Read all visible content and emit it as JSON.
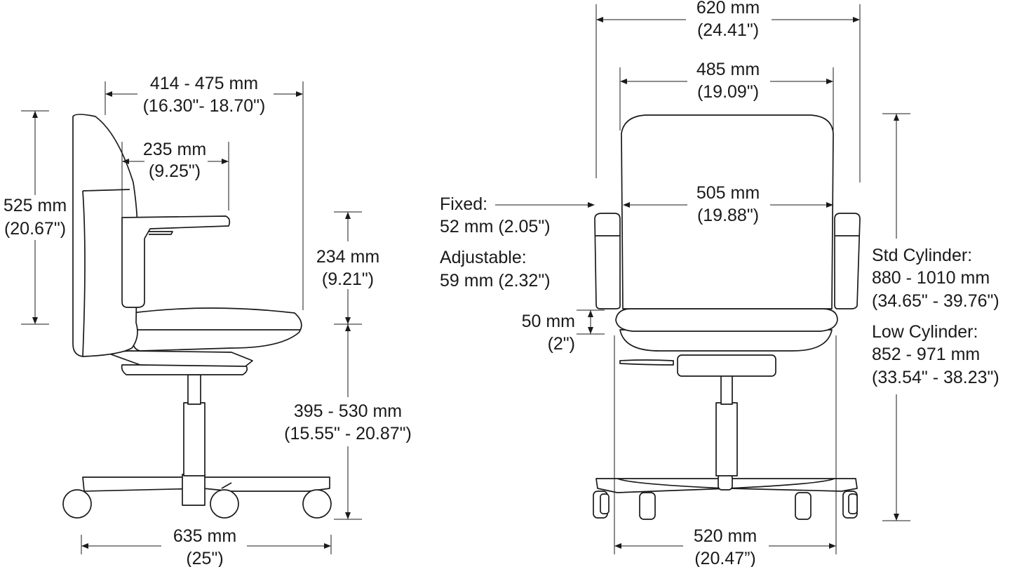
{
  "side_view": {
    "depth": {
      "mm": "414 - 475 mm",
      "in": "(16.30\"- 18.70\")"
    },
    "back_height": {
      "mm": "525 mm",
      "in": "(20.67\")"
    },
    "arm_depth": {
      "mm": "235 mm",
      "in": "(9.25\")"
    },
    "arm_height": {
      "mm": "234 mm",
      "in": "(9.21\")"
    },
    "seat_height": {
      "mm": "395 - 530 mm",
      "in": "(15.55\" - 20.87\")"
    },
    "base_width": {
      "mm": "635 mm",
      "in": "(25\")"
    }
  },
  "front_view": {
    "overall_width": {
      "mm": "620 mm",
      "in": "(24.41\")"
    },
    "back_width": {
      "mm": "485 mm",
      "in": "(19.09\")"
    },
    "between_arms": {
      "mm": "505 mm",
      "in": "(19.88\")"
    },
    "arm_width_fixed": {
      "label": "Fixed:",
      "value": "52 mm (2.05\")"
    },
    "arm_width_adjustable": {
      "label": "Adjustable:",
      "value": "59 mm (2.32\")"
    },
    "arm_adjust": {
      "mm": "50 mm",
      "in": "(2\")"
    },
    "std_cylinder": {
      "label": "Std Cylinder:",
      "mm": "880 - 1010 mm",
      "in": "(34.65\" - 39.76\")"
    },
    "low_cylinder": {
      "label": "Low Cylinder:",
      "mm": "852 - 971 mm",
      "in": "(33.54\" - 38.23\")"
    },
    "base_width": {
      "mm": "520 mm",
      "in": "(20.47”)"
    }
  }
}
